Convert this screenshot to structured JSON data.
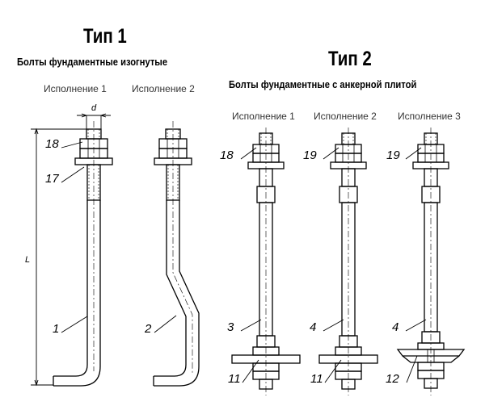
{
  "type1": {
    "title": "Тип 1",
    "subtitle": "Болты фундаментные изогнутые",
    "variants": [
      "Исполнение 1",
      "Исполнение 2"
    ]
  },
  "type2": {
    "title": "Тип 2",
    "subtitle": "Болты фундаментные с анкерной плитой",
    "variants": [
      "Исполнение 1",
      "Исполнение 2",
      "Исполнение 3"
    ]
  },
  "dimensions": {
    "diameter": "d",
    "length": "L"
  },
  "callouts": {
    "t1v1_nut": "18",
    "t1v1_washer": "17",
    "t1v1_bolt": "1",
    "t1v2_bolt": "2",
    "t2v1_nut": "18",
    "t2v1_rod": "3",
    "t2v1_plate": "11",
    "t2v2_nut": "19",
    "t2v2_rod": "4",
    "t2v2_plate": "11",
    "t2v3_nut": "19",
    "t2v3_rod": "4",
    "t2v3_plate": "12"
  },
  "colors": {
    "line": "#000000",
    "text": "#000000"
  }
}
